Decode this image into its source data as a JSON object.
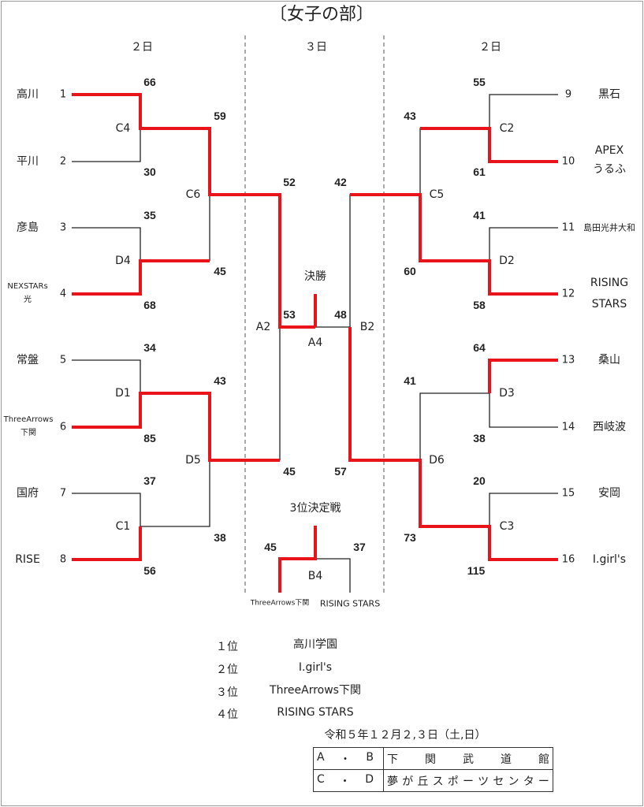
{
  "title": "〔女子の部〕",
  "day_headers": {
    "left": "２日",
    "center": "３日",
    "right": "２日"
  },
  "left_teams": [
    {
      "seed": "1",
      "name": "高川"
    },
    {
      "seed": "2",
      "name": "平川"
    },
    {
      "seed": "3",
      "name": "彦島"
    },
    {
      "seed": "4",
      "name": "NEXSTARs",
      "name2": "光"
    },
    {
      "seed": "5",
      "name": "常盤"
    },
    {
      "seed": "6",
      "name": "ThreeArrows",
      "name2": "下関"
    },
    {
      "seed": "7",
      "name": "国府"
    },
    {
      "seed": "8",
      "name": "RISE"
    }
  ],
  "right_teams": [
    {
      "seed": "9",
      "name": "黒石"
    },
    {
      "seed": "10",
      "name": "APEX",
      "name2": "うるふ"
    },
    {
      "seed": "11",
      "name": "島田光井大和"
    },
    {
      "seed": "12",
      "name": "RISING",
      "name2": "STARS"
    },
    {
      "seed": "13",
      "name": "桑山"
    },
    {
      "seed": "14",
      "name": "西岐波"
    },
    {
      "seed": "15",
      "name": "安岡"
    },
    {
      "seed": "16",
      "name": "I.girl's"
    }
  ],
  "match_labels": {
    "C4": "C4",
    "D4": "D4",
    "D1": "D1",
    "C1": "C1",
    "C6": "C6",
    "D5": "D5",
    "C2": "C2",
    "D2": "D2",
    "D3": "D3",
    "C3": "C3",
    "C5": "C5",
    "D6": "D6",
    "A2": "A2",
    "B2": "B2",
    "A4": "A4",
    "B4": "B4"
  },
  "scores": {
    "c4_top": "66",
    "c4_bottom": "30",
    "d4_top": "35",
    "d4_bottom": "68",
    "d1_top": "34",
    "d1_bottom": "85",
    "c1_top": "37",
    "c1_bottom": "56",
    "c6_top": "59",
    "c6_bottom": "45",
    "d5_top": "43",
    "d5_bottom": "38",
    "a2_top": "52",
    "a2_bottom": "45",
    "c2_top": "55",
    "c2_bottom": "61",
    "d2_top": "41",
    "d2_bottom": "58",
    "d3_top": "64",
    "d3_bottom": "38",
    "c3_top": "20",
    "c3_bottom": "115",
    "c5_top": "43",
    "c5_bottom": "60",
    "d6_top": "41",
    "d6_bottom": "73",
    "b2_top": "42",
    "b2_bottom": "57",
    "final_left": "53",
    "final_right": "48",
    "third_left": "45",
    "third_right": "37"
  },
  "final_label": "決勝",
  "third_label": "3位決定戦",
  "third_teams": {
    "left": "ThreeArrows下関",
    "right": "RISING STARS"
  },
  "rankings": [
    {
      "place": "１位",
      "team": "高川学園"
    },
    {
      "place": "２位",
      "team": "I.girl's"
    },
    {
      "place": "３位",
      "team": "ThreeArrows下関"
    },
    {
      "place": "４位",
      "team": "RISING STARS"
    }
  ],
  "event_date": "令和５年１２月２,３日（土,日）",
  "venues": [
    {
      "courts": [
        "A",
        "・",
        "B"
      ],
      "place": [
        "下",
        "関",
        "武",
        "道",
        "館"
      ]
    },
    {
      "courts": [
        "C",
        "・",
        "D"
      ],
      "place": [
        "夢",
        "が",
        "丘",
        "ス",
        "ポ",
        "ー",
        "ツ",
        "セ",
        "ン",
        "タ",
        "ー"
      ]
    }
  ],
  "colors": {
    "winner_line": "#e8141a",
    "line": "#222222",
    "divider": "#555555"
  }
}
